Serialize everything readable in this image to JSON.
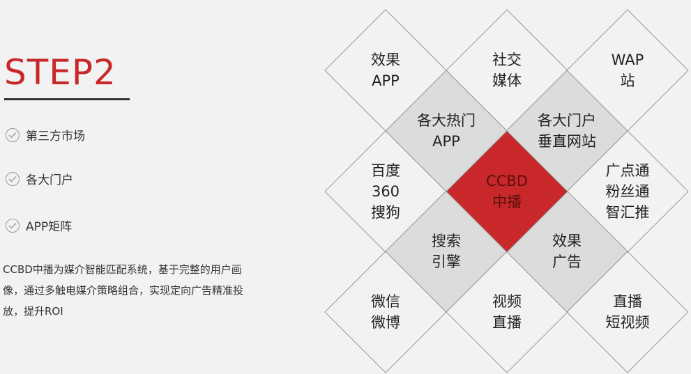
{
  "step_title": "STEP2",
  "features": [
    "第三方市场",
    "各大门户",
    "APP矩阵"
  ],
  "description": "CCBD中播为媒介智能匹配系统，基于完整的用户画像，通过多触电媒介策略组合，实现定向广告精准投放，提升ROI",
  "colors": {
    "accent": "#c8282a",
    "shaded": "#dcdcdc",
    "outline": "#999999"
  },
  "diagram": {
    "center": [
      "CCBD",
      "中播"
    ],
    "outer": [
      {
        "lines": [
          "效果",
          "APP"
        ]
      },
      {
        "lines": [
          "社交",
          "媒体"
        ]
      },
      {
        "lines": [
          "WAP",
          "站"
        ]
      },
      {
        "lines": [
          "百度",
          "360",
          "搜狗"
        ]
      },
      {
        "lines": [
          "广点通",
          "粉丝通",
          "智汇推"
        ]
      },
      {
        "lines": [
          "微信",
          "微博"
        ]
      },
      {
        "lines": [
          "视频",
          "直播"
        ]
      },
      {
        "lines": [
          "直播",
          "短视频"
        ]
      }
    ],
    "inner": [
      {
        "lines": [
          "各大热门",
          "APP"
        ]
      },
      {
        "lines": [
          "各大门户",
          "垂直网站"
        ]
      },
      {
        "lines": [
          "搜索",
          "引擎"
        ]
      },
      {
        "lines": [
          "效果",
          "广告"
        ]
      }
    ]
  }
}
